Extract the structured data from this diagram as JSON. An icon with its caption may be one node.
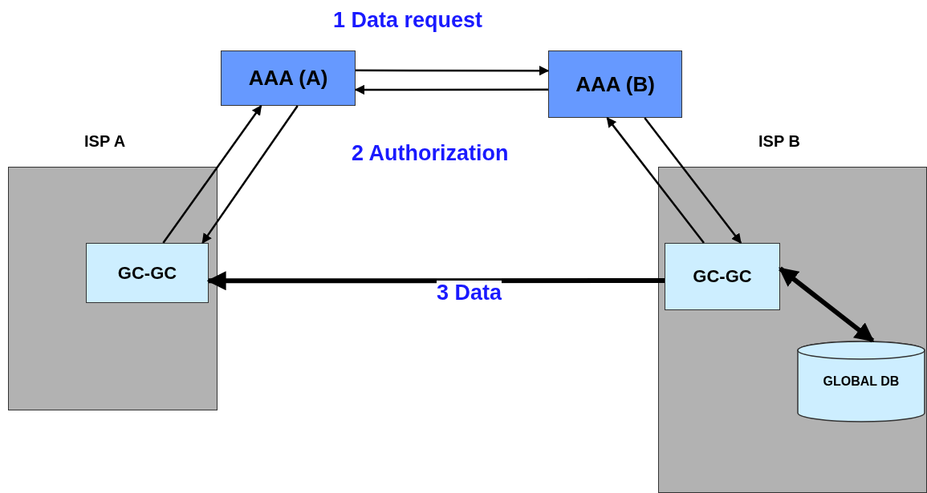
{
  "diagram": {
    "nodes": [
      {
        "text": [
          "ISP A"
        ]
      },
      {
        "text": [
          "ISP B"
        ]
      },
      {
        "text": [
          "GC-GC"
        ],
        "in": 0
      },
      {
        "text": [
          "GC-GC"
        ],
        "in": 1
      },
      {
        "text": [
          "GLOBAL DB"
        ],
        "in": 1
      },
      {
        "text": [
          "AAA (A)"
        ]
      },
      {
        "text": [
          "AAA (B)"
        ]
      }
    ],
    "edges": [
      {
        "from": 5,
        "to": 6,
        "arrow": "to",
        "label": "1 Data request"
      },
      {
        "from": 6,
        "to": 5,
        "arrow": "to",
        "label": "2 Authorization"
      },
      {
        "from": 2,
        "to": 5,
        "arrow": "to"
      },
      {
        "from": 5,
        "to": 2,
        "arrow": "to"
      },
      {
        "from": 3,
        "to": 6,
        "arrow": "to"
      },
      {
        "from": 6,
        "to": 3,
        "arrow": "to"
      },
      {
        "from": 3,
        "to": 2,
        "arrow": "to",
        "label": "3 Data",
        "style": "thick"
      },
      {
        "from": 3,
        "to": 4,
        "arrow": "both",
        "style": "thick"
      }
    ]
  }
}
